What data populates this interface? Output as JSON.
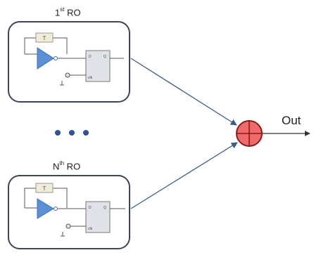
{
  "blocks": [
    {
      "title_main": "1",
      "title_sup": "st",
      "title_suffix": " RO",
      "delay_text": "T",
      "clock_text": "clk"
    },
    {
      "title_main": "N",
      "title_sup": "th",
      "title_suffix": " RO",
      "delay_text": "T",
      "clock_text": "clk"
    }
  ],
  "ellipsis": "• • •",
  "output_label": "Out",
  "colors": {
    "block_border": "#3a4658",
    "wire": "#3c5a8a",
    "buffer_fill": "#5b8fd6",
    "delay_fill": "#f0ecd8",
    "ff_fill": "#dfe2e6",
    "xor_fill": "#ef6b6b",
    "xor_stroke": "#8b1a1a",
    "dots": "#2f5597"
  }
}
